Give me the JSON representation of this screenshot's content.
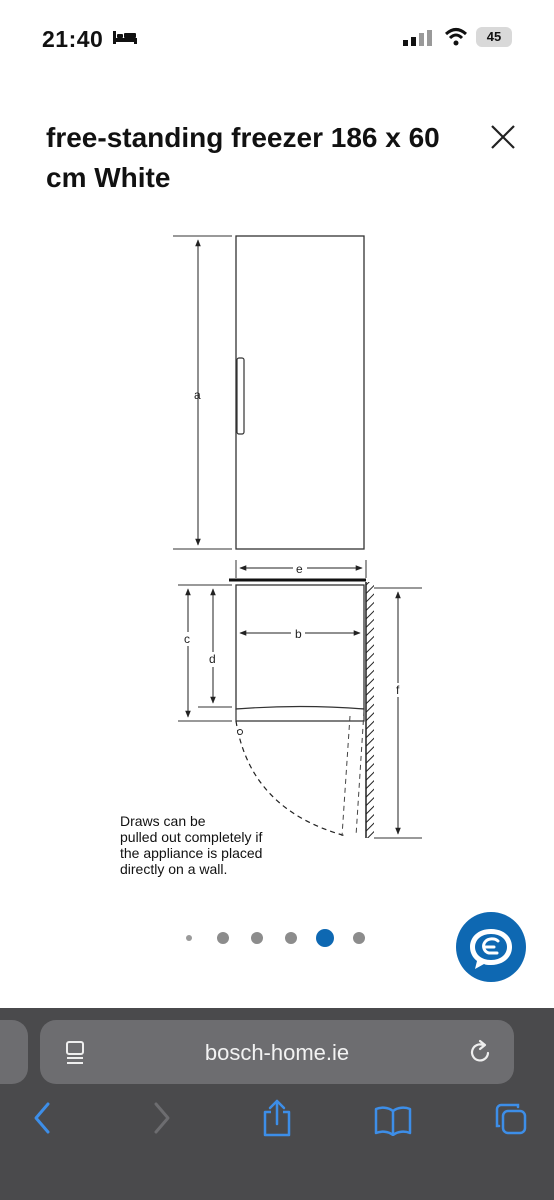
{
  "status_bar": {
    "time": "21:40",
    "battery": "45"
  },
  "product": {
    "title": "free-standing freezer 186 x 60 cm White"
  },
  "diagram": {
    "labels": {
      "a": "a",
      "b": "b",
      "c": "c",
      "d": "d",
      "e": "e",
      "f": "f"
    },
    "note_lines": [
      "Draws can be",
      "pulled out completely if",
      "the appliance is placed",
      "directly on a wall."
    ]
  },
  "carousel": {
    "total": 6,
    "active_index": 4
  },
  "browser": {
    "url": "bosch-home.ie"
  },
  "icons": {
    "close": "close-icon",
    "chat": "chat-icon",
    "reader": "reader-mode-icon",
    "reload": "reload-icon",
    "back": "back-icon",
    "forward": "forward-icon",
    "share": "share-icon",
    "bookmarks": "bookmarks-icon",
    "tabs": "tabs-icon"
  },
  "colors": {
    "accent": "#0e68b2",
    "toolbar": "#4a4a4c",
    "toolbar_icon": "#3d8ee8"
  }
}
